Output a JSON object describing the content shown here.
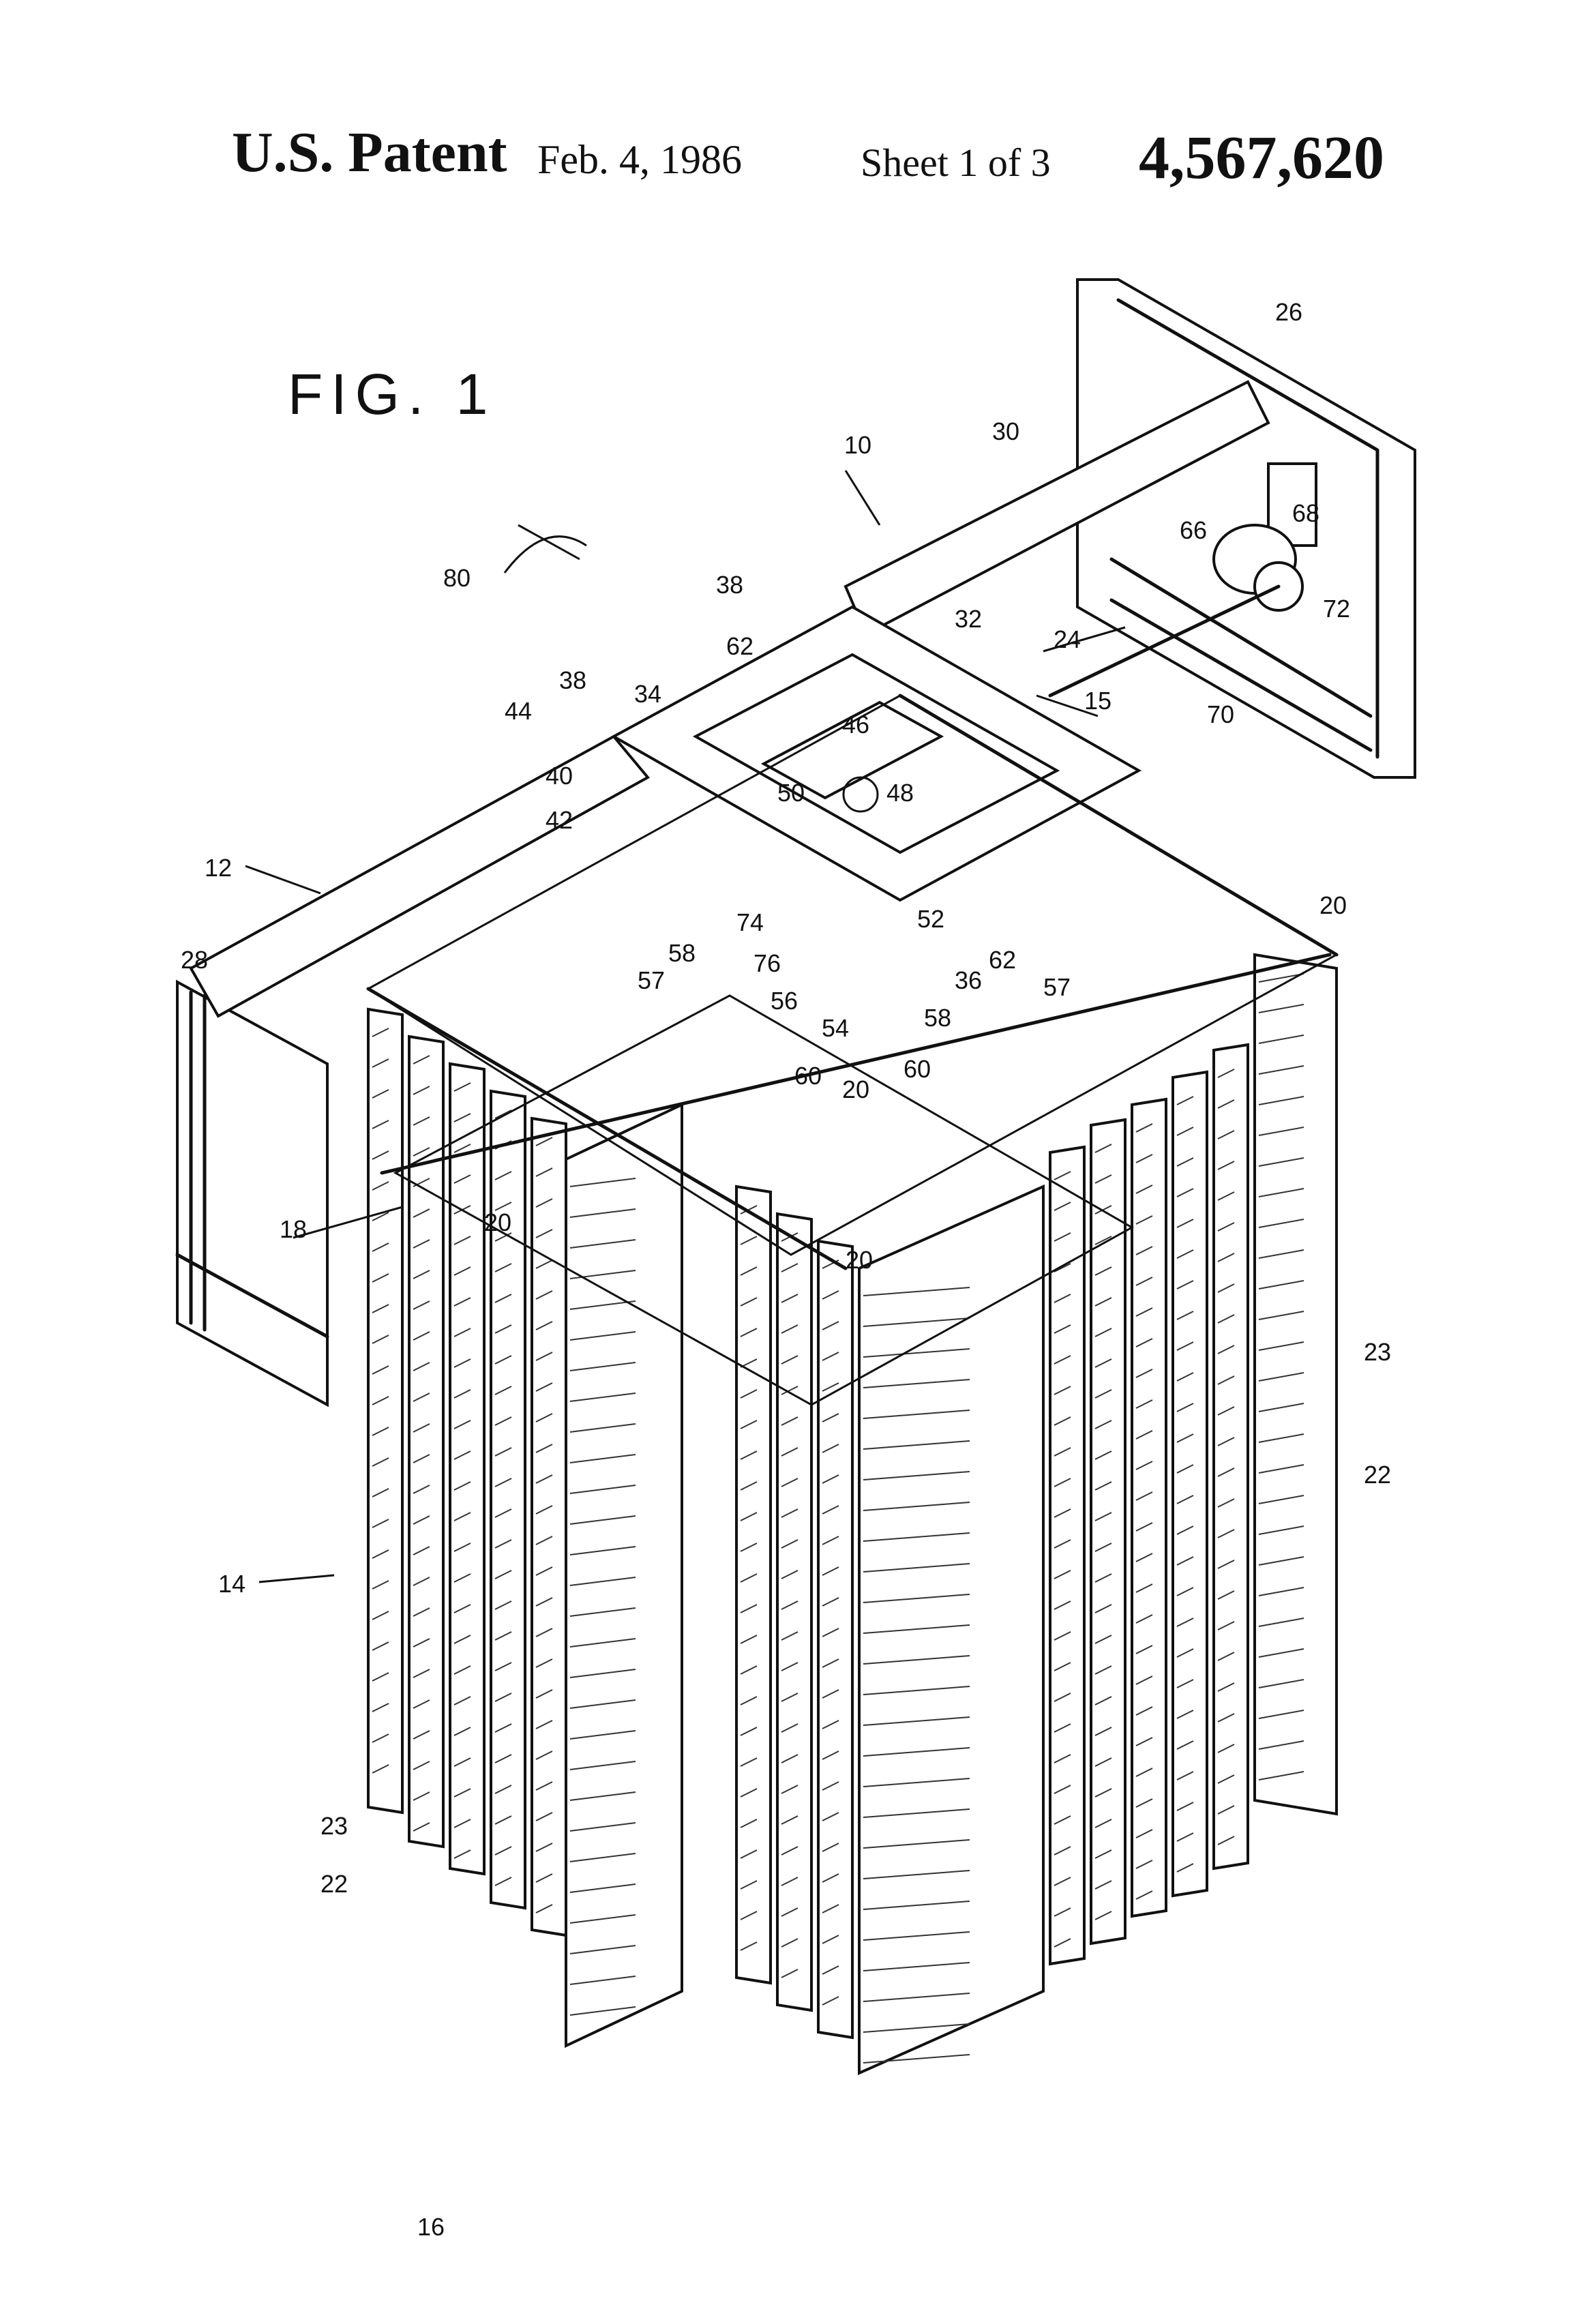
{
  "header": {
    "patent_label": "U.S. Patent",
    "date": "Feb. 4, 1986",
    "sheet": "Sheet 1 of 3",
    "patent_number": "4,567,620"
  },
  "figure": {
    "label": "FIG. 1",
    "reference_numerals": [
      "10",
      "12",
      "14",
      "15",
      "16",
      "18",
      "20",
      "20",
      "20",
      "20",
      "22",
      "22",
      "23",
      "23",
      "24",
      "26",
      "28",
      "30",
      "32",
      "34",
      "36",
      "38",
      "38",
      "40",
      "42",
      "44",
      "46",
      "48",
      "50",
      "52",
      "54",
      "56",
      "57",
      "57",
      "58",
      "58",
      "60",
      "60",
      "62",
      "62",
      "66",
      "68",
      "70",
      "72",
      "74",
      "76",
      "80"
    ]
  }
}
